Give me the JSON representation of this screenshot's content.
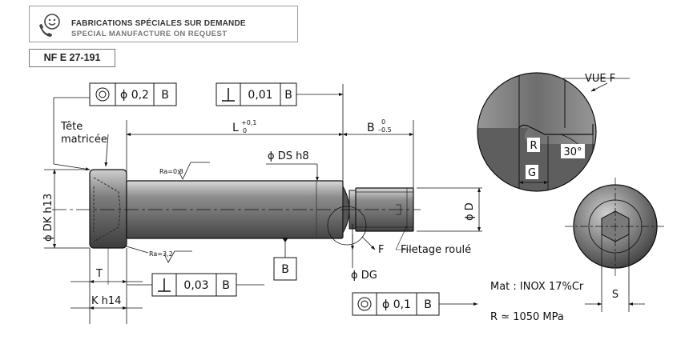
{
  "header": {
    "title_fr": "FABRICATIONS SPÉCIALES SUR DEMANDE",
    "title_en": "SPECIAL MANUFACTURE ON REQUEST",
    "icon": "smiley-phone-icon"
  },
  "standard": "NF E 27-191",
  "tolerance_frames": {
    "concentricity_top": {
      "value": "ϕ 0,2",
      "datum": "B"
    },
    "perpendicularity_top": {
      "value": "0,01",
      "datum": "B"
    },
    "perpendicularity_bottom": {
      "value": "0,03",
      "datum": "B"
    },
    "concentricity_bottom": {
      "value": "ϕ 0,1",
      "datum": "B"
    }
  },
  "datum_label": "B",
  "labels": {
    "head_line1": "Tête",
    "head_line2": "matricée",
    "length": "L",
    "length_tol_upper": "+0,1",
    "length_tol_lower": "0",
    "thread_length": "B",
    "thread_tol_upper": "0",
    "thread_tol_lower": "–0.5",
    "shank_diameter": "ϕ DS h8",
    "ra_shank": "Ra=0,8",
    "ra_head": "Ra=3,2",
    "head_diameter": "ϕ DK h13",
    "thread_diameter": "ϕ D",
    "groove_diameter": "ϕ DG",
    "detail_ref": "F",
    "rolled_thread": "Filetage roulé",
    "t_dim": "T",
    "k_dim": "K h14",
    "view_title": "VUE F",
    "r_dim": "R",
    "g_dim": "G",
    "angle": "30°",
    "s_dim": "S",
    "material": "Mat : INOX 17%Cr",
    "strength": "R ≃ 1050 MPa"
  }
}
